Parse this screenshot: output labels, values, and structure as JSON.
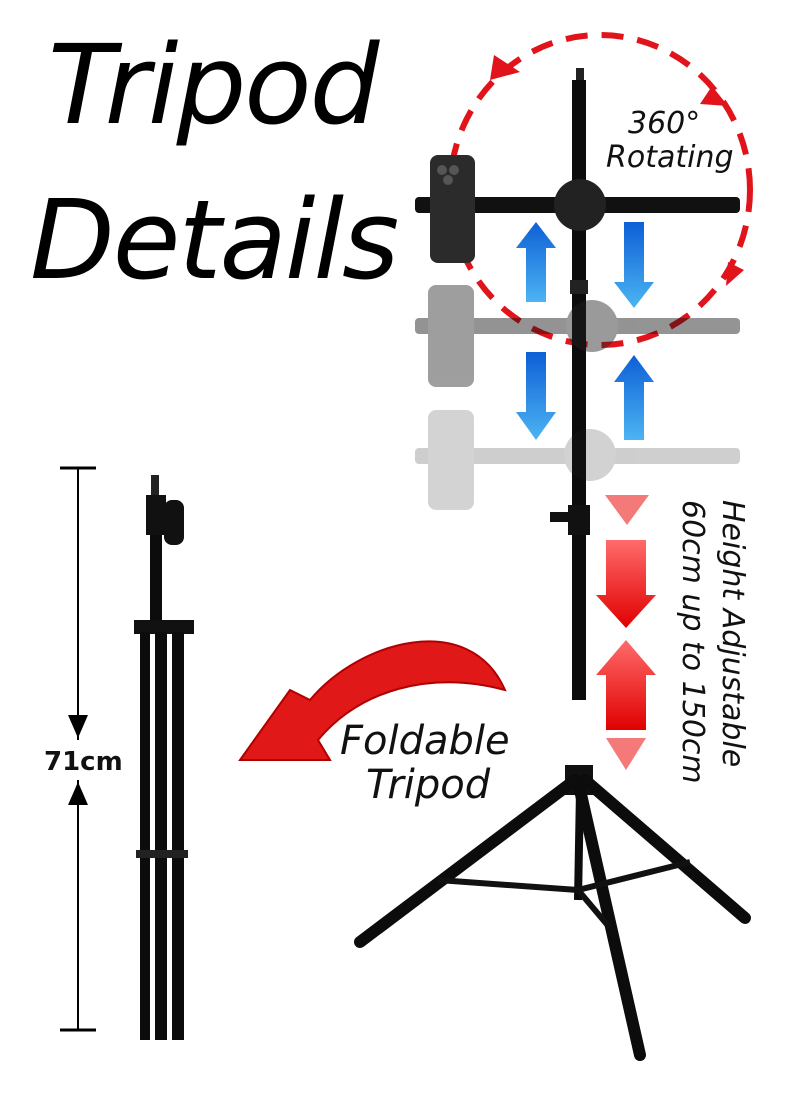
{
  "title": {
    "line1": "Tripod",
    "line2": "Details"
  },
  "rotation": {
    "line1": "360°",
    "line2": "Rotating"
  },
  "height": {
    "line1": "Height Adjustable",
    "line2": "60cm up to 150cm"
  },
  "folded": {
    "measure": "71cm",
    "line1": "Foldable",
    "line2": "Tripod"
  },
  "colors": {
    "rotate_arrow": "#e0141a",
    "blue_arrow": "#1f7fe0",
    "red_arrow": "#e81818",
    "metal": "#0c0c0c"
  },
  "icons": [
    "rotation-arrow-icon",
    "up-arrow-icon",
    "down-arrow-icon",
    "phone-holder-icon",
    "curved-arrow-icon"
  ]
}
